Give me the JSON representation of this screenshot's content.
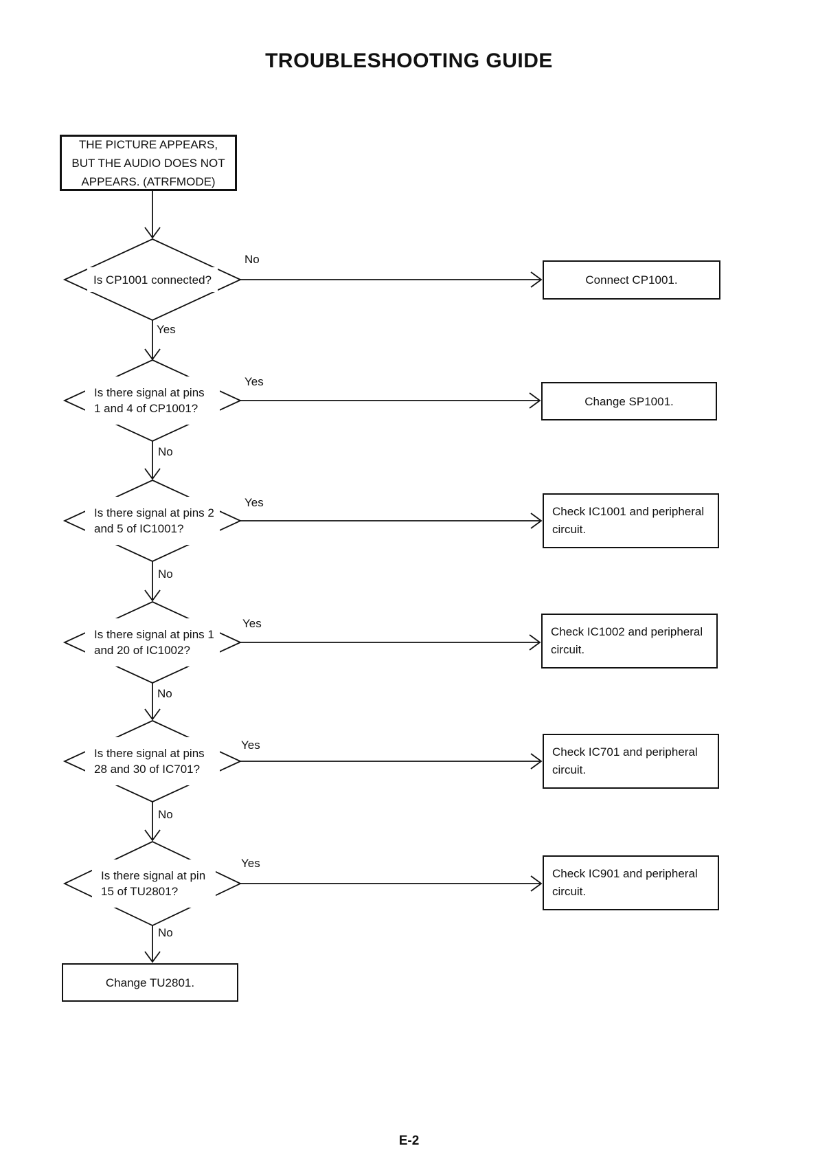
{
  "page": {
    "title": "TROUBLESHOOTING GUIDE",
    "footer": "E-2"
  },
  "colors": {
    "ink": "#111111",
    "background": "#ffffff"
  },
  "flowchart": {
    "start": {
      "label": "THE PICTURE APPEARS,\nBUT THE AUDIO DOES NOT\nAPPEARS. (ATRFMODE)"
    },
    "decisions": [
      {
        "question": "Is CP1001 connected?",
        "branch": {
          "label": "No",
          "action": "Connect CP1001."
        },
        "next": {
          "label": "Yes"
        }
      },
      {
        "question": "Is there signal at pins\n1 and 4 of CP1001?",
        "branch": {
          "label": "Yes",
          "action": "Change SP1001."
        },
        "next": {
          "label": "No"
        }
      },
      {
        "question": "Is there signal at pins 2\nand 5 of IC1001?",
        "branch": {
          "label": "Yes",
          "action": "Check IC1001 and peripheral\ncircuit."
        },
        "next": {
          "label": "No"
        }
      },
      {
        "question": "Is there signal at pins 1\nand 20 of IC1002?",
        "branch": {
          "label": "Yes",
          "action": "Check IC1002 and peripheral\ncircuit."
        },
        "next": {
          "label": "No"
        }
      },
      {
        "question": "Is there signal at pins\n28 and 30 of IC701?",
        "branch": {
          "label": "Yes",
          "action": "Check IC701 and peripheral\ncircuit."
        },
        "next": {
          "label": "No"
        }
      },
      {
        "question": "Is there signal at pin\n15 of TU2801?",
        "branch": {
          "label": "Yes",
          "action": "Check IC901 and peripheral\ncircuit."
        },
        "next": {
          "label": "No"
        }
      }
    ],
    "end": {
      "label": "Change TU2801."
    }
  }
}
